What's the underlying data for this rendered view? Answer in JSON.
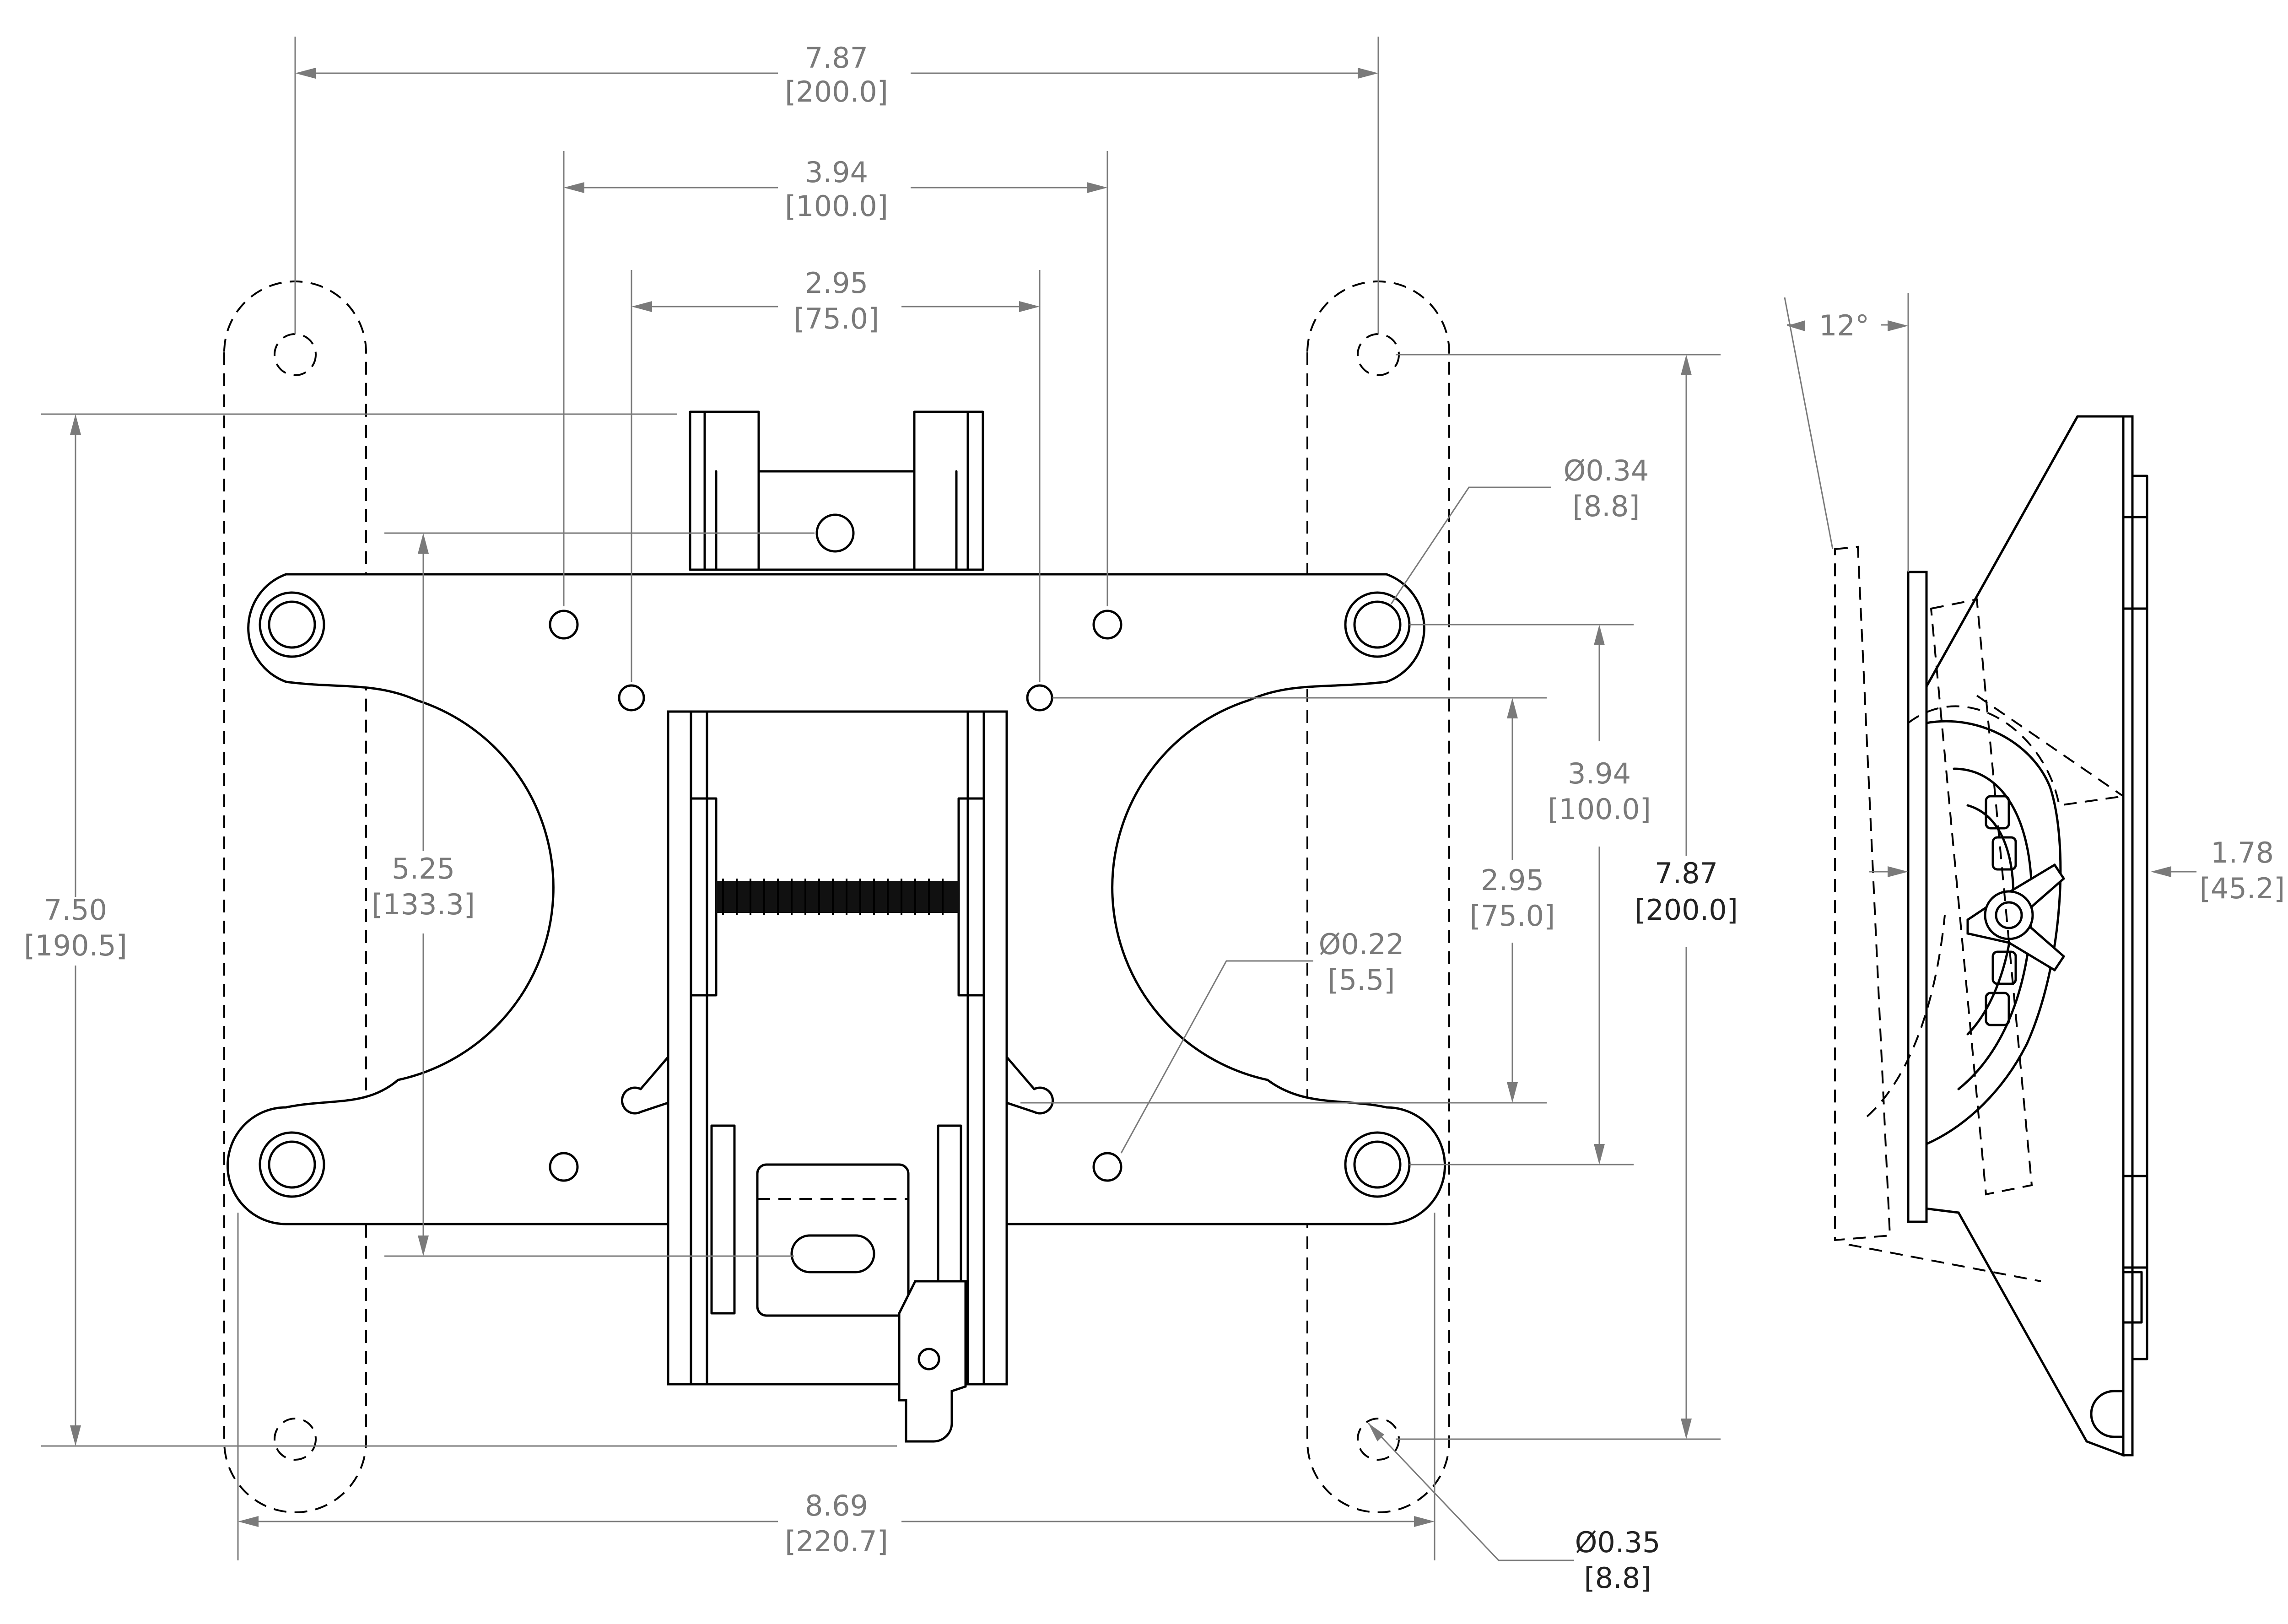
{
  "colors": {
    "line": "#000000",
    "dimension": "#7a7a7a",
    "background": "#ffffff"
  },
  "dimensions": {
    "top_width_200": {
      "inch": "7.87",
      "mm": "[200.0]"
    },
    "top_width_100": {
      "inch": "3.94",
      "mm": "[100.0]"
    },
    "top_width_75": {
      "inch": "2.95",
      "mm": "[75.0]"
    },
    "overall_height": {
      "inch": "7.50",
      "mm": "[190.5]"
    },
    "inner_height": {
      "inch": "5.25",
      "mm": "[133.3]"
    },
    "hole_large": {
      "inch": "Ø0.34",
      "mm": "[8.8]"
    },
    "hole_small": {
      "inch": "Ø0.22",
      "mm": "[5.5]"
    },
    "right_height_100": {
      "inch": "3.94",
      "mm": "[100.0]"
    },
    "right_height_75": {
      "inch": "2.95",
      "mm": "[75.0]"
    },
    "right_height_200": {
      "inch": "7.87",
      "mm": "[200.0]"
    },
    "bottom_width": {
      "inch": "8.69",
      "mm": "[220.7]"
    },
    "hole_bottom": {
      "inch": "Ø0.35",
      "mm": "[8.8]"
    },
    "tilt_angle": {
      "label": "12°"
    },
    "depth": {
      "inch": "1.78",
      "mm": "[45.2]"
    }
  }
}
